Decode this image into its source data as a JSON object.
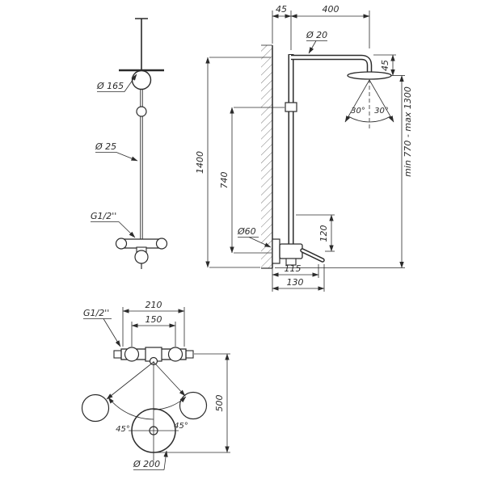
{
  "title": "Shower column technical drawing",
  "colors": {
    "line": "#2b2b2b",
    "background": "#ffffff"
  },
  "front_view": {
    "head_diameter": "Ø 165",
    "pipe_diameter": "Ø 25",
    "thread": "G1/2''"
  },
  "side_view": {
    "wall_offset": "45",
    "arm_length": "400",
    "arm_diameter": "Ø 20",
    "head_drop": "45",
    "spray_angle_left": "30°",
    "spray_angle_right": "30°",
    "total_height": "1400",
    "riser_height": "740",
    "escutcheon_diameter": "Ø60",
    "spout_offset": "120",
    "spout_depth": "115",
    "lever_depth": "130",
    "height_range": "min 770 - max 1300"
  },
  "top_view": {
    "thread": "G1/2''",
    "body_width": "210",
    "inlet_spacing": "150",
    "reach": "500",
    "swivel_left": "45°",
    "swivel_right": "45°",
    "head_diameter": "Ø 200"
  }
}
